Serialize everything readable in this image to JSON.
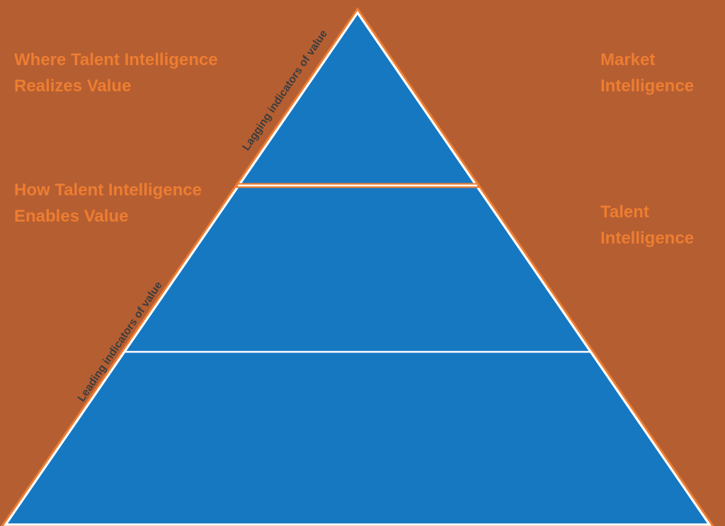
{
  "diagram": {
    "type": "pyramid",
    "levels": [
      {
        "name": "top",
        "right_label": "Market Intelligence"
      },
      {
        "name": "middle",
        "right_label": "Talent Intelligence"
      },
      {
        "name": "bottom",
        "right_label": ""
      }
    ]
  },
  "labels": {
    "realize": {
      "line1": "Where Talent Intelligence",
      "line2": "Realizes Value"
    },
    "enable": {
      "line1": "How Talent Intelligence",
      "line2": "Enables Value"
    },
    "market": {
      "line1": "Market",
      "line2": "Intelligence"
    },
    "talent": {
      "line1": "Talent",
      "line2": "Intelligence"
    },
    "lagging": "Lagging indicators of value",
    "leading": "Leading indicators of value"
  },
  "colors": {
    "background": "#b55e32",
    "pyramid_blue": "#1778c2",
    "accent_orange": "#ed7d31",
    "edge_white": "#ffffff",
    "slope_text": "#3d3d3d"
  }
}
